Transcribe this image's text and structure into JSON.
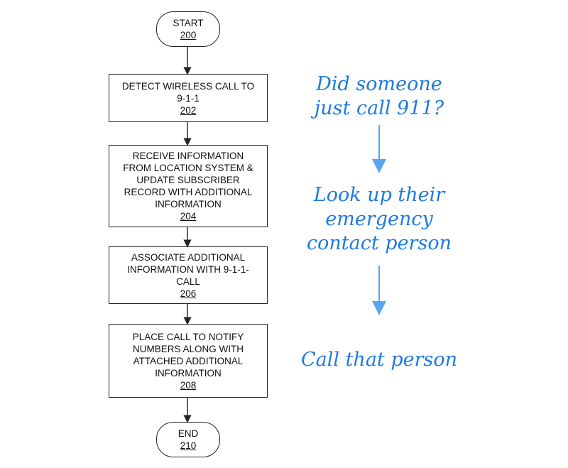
{
  "flowchart": {
    "start": {
      "label": "START",
      "ref": "200"
    },
    "steps": [
      {
        "lines": [
          "DETECT WIRELESS CALL TO",
          "9-1-1"
        ],
        "ref": "202"
      },
      {
        "lines": [
          "RECEIVE INFORMATION",
          "FROM LOCATION SYSTEM &",
          "UPDATE SUBSCRIBER",
          "RECORD WITH ADDITIONAL",
          "INFORMATION"
        ],
        "ref": "204"
      },
      {
        "lines": [
          "ASSOCIATE ADDITIONAL",
          "INFORMATION WITH 9-1-1-",
          "CALL"
        ],
        "ref": "206"
      },
      {
        "lines": [
          "PLACE CALL TO NOTIFY",
          "NUMBERS ALONG WITH",
          "ATTACHED ADDITIONAL",
          "INFORMATION"
        ],
        "ref": "208"
      }
    ],
    "end": {
      "label": "END",
      "ref": "210"
    }
  },
  "annotations": [
    {
      "lines": [
        "Did someone",
        "just call 911?"
      ]
    },
    {
      "lines": [
        "Look up their",
        "emergency",
        "contact person"
      ]
    },
    {
      "lines": [
        "Call that person"
      ]
    }
  ],
  "colors": {
    "annotation": "#1f7ae0",
    "arrow_light": "#5aa5ee",
    "box_border": "#222222"
  }
}
